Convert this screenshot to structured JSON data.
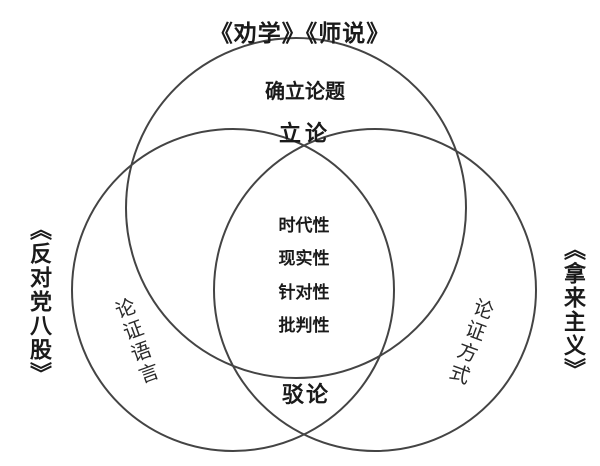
{
  "title": "《劝学》《师说》",
  "left_label": "《反对党八股》",
  "right_label": "《拿来主义》",
  "top_circle": {
    "upper": "确立论题",
    "lower": "立论"
  },
  "left_circle": {
    "label": "论证语言"
  },
  "right_circle": {
    "label": "论证方式"
  },
  "bottom_circle": {
    "label": "驳论"
  },
  "center": [
    "时代性",
    "现实性",
    "针对性",
    "批判性"
  ],
  "colors": {
    "stroke": "#444444",
    "text": "#1a1a1a"
  }
}
